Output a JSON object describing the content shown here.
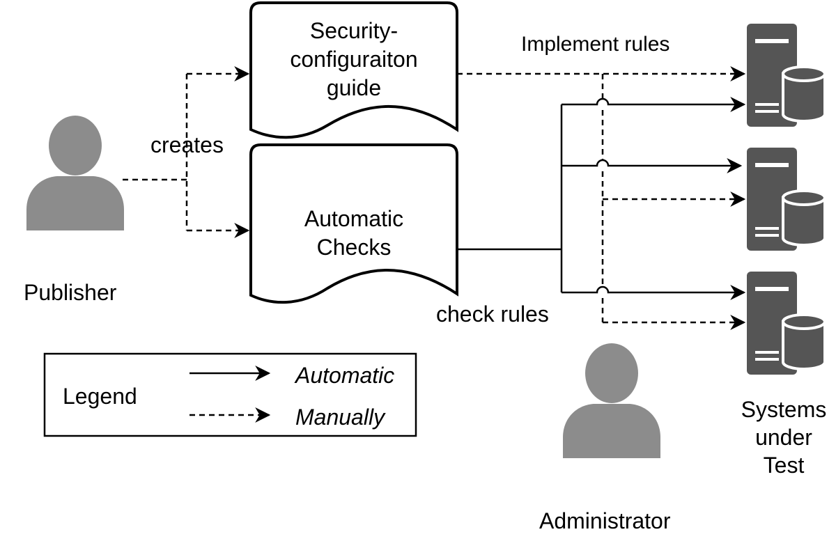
{
  "colors": {
    "person": "#8c8c8c",
    "server": "#555555",
    "line": "#000000",
    "background": "#ffffff"
  },
  "documents": {
    "guide": {
      "line1": "Security-",
      "line2": "configuraiton",
      "line3": "guide"
    },
    "checks": {
      "line1": "Automatic",
      "line2": "Checks"
    }
  },
  "actors": {
    "publisher": "Publisher",
    "administrator": "Administrator"
  },
  "edges": {
    "creates": "creates",
    "implement_rules": "Implement rules",
    "check_rules": "check rules"
  },
  "systems": {
    "line1": "Systems",
    "line2": "under",
    "line3": "Test"
  },
  "legend": {
    "title": "Legend",
    "automatic": "Automatic",
    "manually": "Manually"
  },
  "icons": [
    "person-icon",
    "server-database-icon"
  ]
}
